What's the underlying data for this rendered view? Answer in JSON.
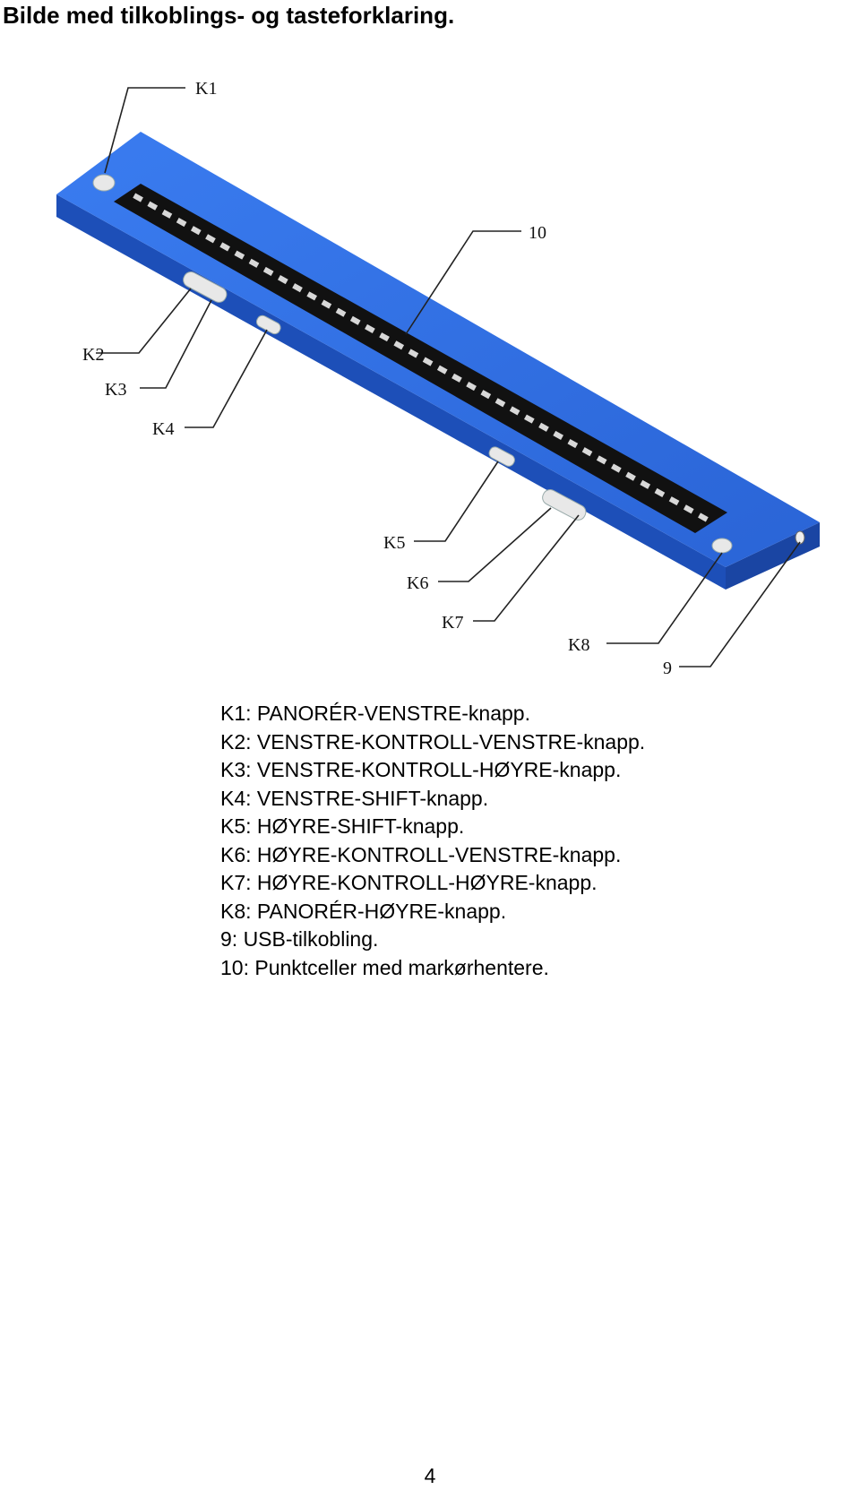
{
  "heading": "Bilde med tilkoblings- og tasteforklaring.",
  "figure": {
    "device_color": "#2f6fe0",
    "display_color": "#111111",
    "callouts": [
      "K1",
      "10",
      "K2",
      "K3",
      "K4",
      "K5",
      "K6",
      "K7",
      "K8",
      "9"
    ]
  },
  "legend": [
    "K1: PANORÉR-VENSTRE-knapp.",
    "K2: VENSTRE-KONTROLL-VENSTRE-knapp.",
    "K3: VENSTRE-KONTROLL-HØYRE-knapp.",
    "K4: VENSTRE-SHIFT-knapp.",
    "K5: HØYRE-SHIFT-knapp.",
    "K6: HØYRE-KONTROLL-VENSTRE-knapp.",
    "K7: HØYRE-KONTROLL-HØYRE-knapp.",
    "K8: PANORÉR-HØYRE-knapp.",
    "9: USB-tilkobling.",
    "10: Punktceller med markørhentere."
  ],
  "page_number": "4"
}
